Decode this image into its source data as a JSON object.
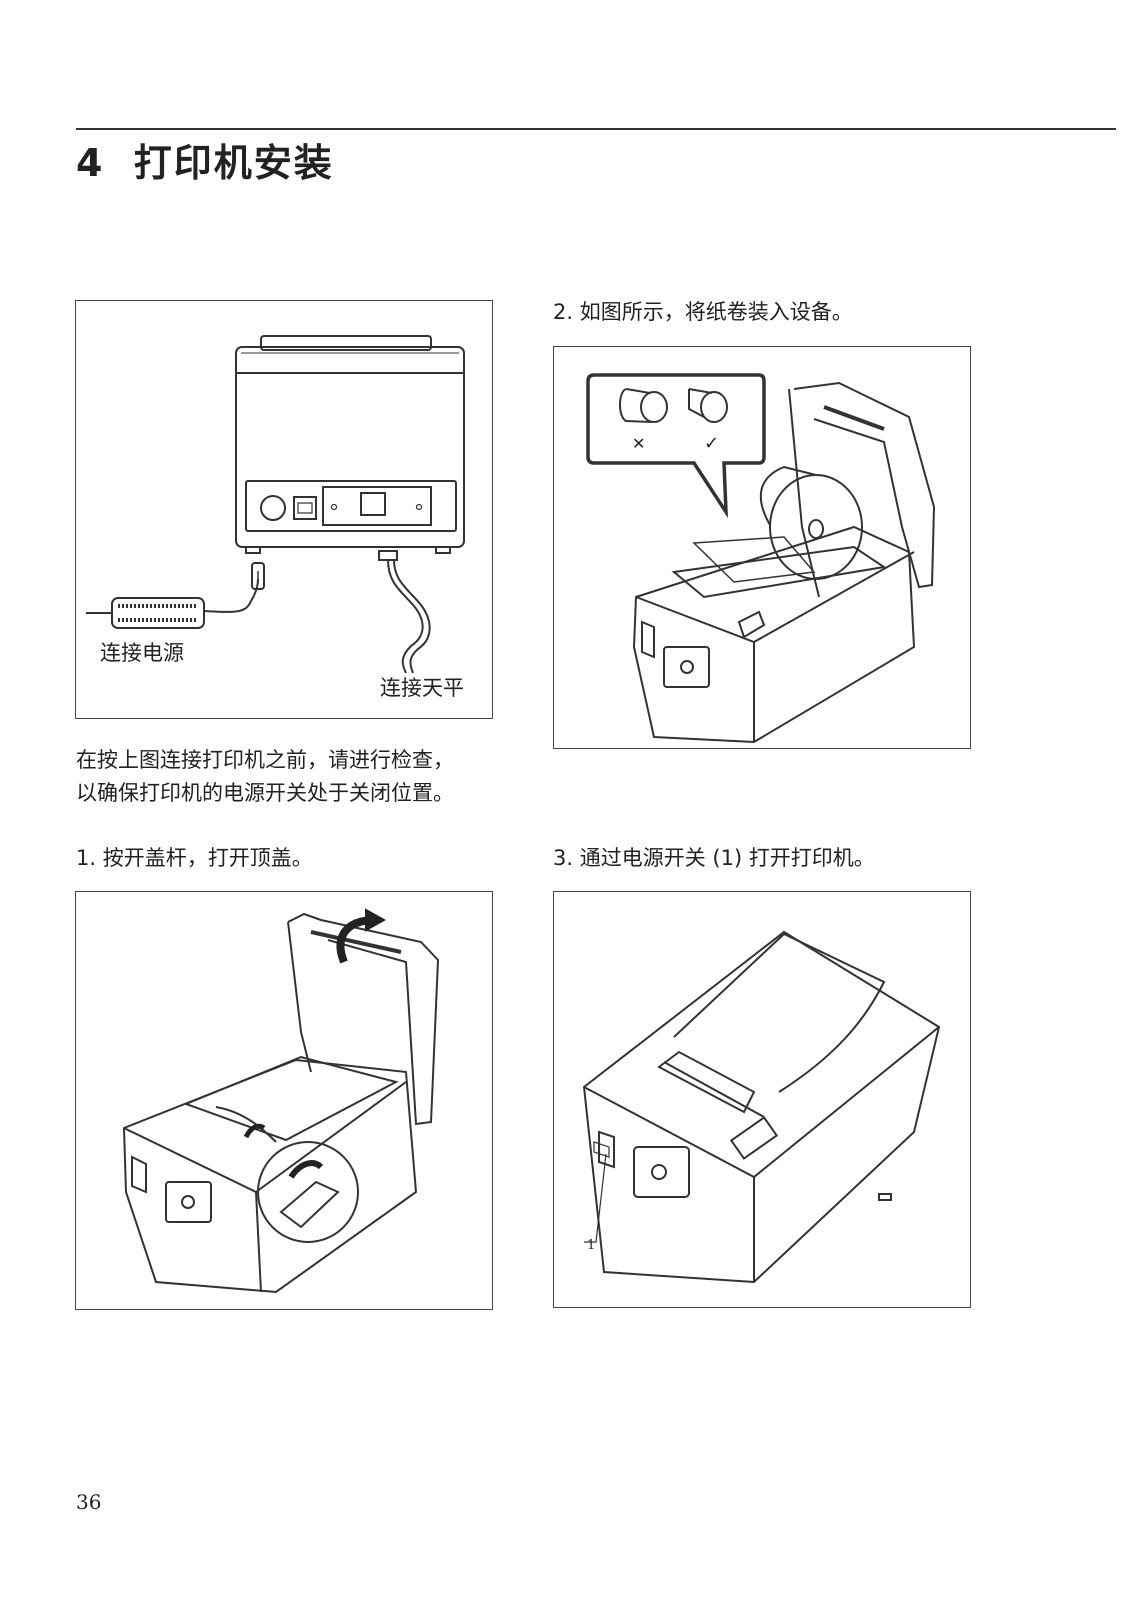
{
  "chapter": {
    "number": "4",
    "title": "打印机安装"
  },
  "connection": {
    "power_label": "连接电源",
    "balance_label": "连接天平",
    "instruction_line1": "在按上图连接打印机之前，请进行检查，",
    "instruction_line2": "以确保打印机的电源开关处于关闭位置。"
  },
  "steps": [
    {
      "text": "1. 按开盖杆，打开顶盖。"
    },
    {
      "text": "2. 如图所示，将纸卷装入设备。"
    },
    {
      "text": "3. 通过电源开关 (1) 打开打印机。"
    }
  ],
  "callout_number": "1",
  "paper_marks": {
    "wrong": "✕",
    "right": "✓"
  },
  "page_number": "36"
}
